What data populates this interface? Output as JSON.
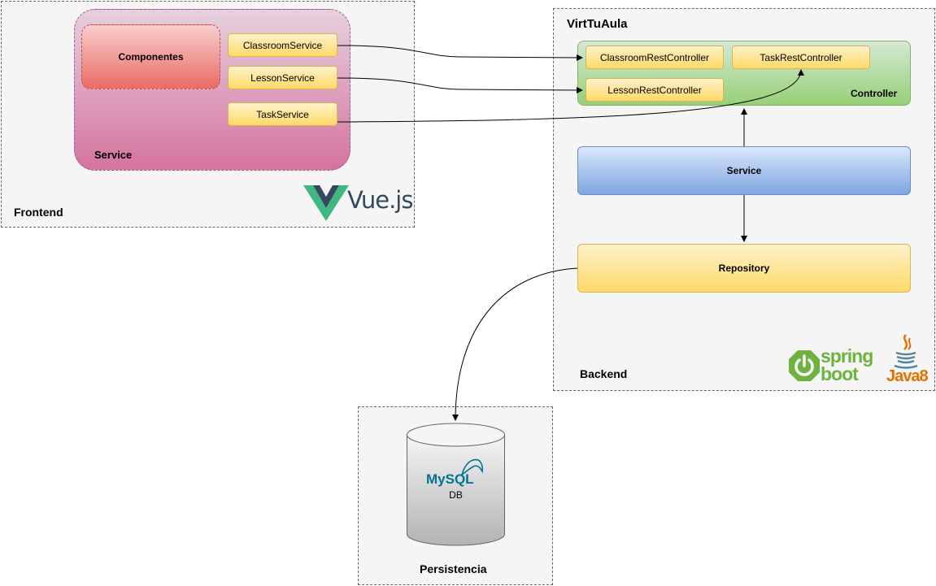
{
  "frontend": {
    "label": "Frontend",
    "service_group_label": "Service",
    "components_label": "Componentes",
    "services": [
      "ClassroomService",
      "LessonService",
      "TaskService"
    ],
    "logo_text": "Vue.js"
  },
  "backend": {
    "title": "VirtTuAula",
    "label": "Backend",
    "controller_group_label": "Controller",
    "controllers": [
      "ClassroomRestController",
      "TaskRestController",
      "LessonRestController"
    ],
    "service_label": "Service",
    "repository_label": "Repository",
    "spring_text_1": "spring",
    "spring_text_2": "boot",
    "java_text": "Java8"
  },
  "persistence": {
    "label": "Persistencia",
    "db_brand": "MySQL",
    "db_label": "DB"
  },
  "colors": {
    "vue_green": "#41b883",
    "vue_dark": "#35495e",
    "spring_green": "#6db33f",
    "java_orange": "#e76f00",
    "java_blue": "#5382a1",
    "mysql_blue": "#00758f",
    "mysql_orange": "#f29111"
  }
}
